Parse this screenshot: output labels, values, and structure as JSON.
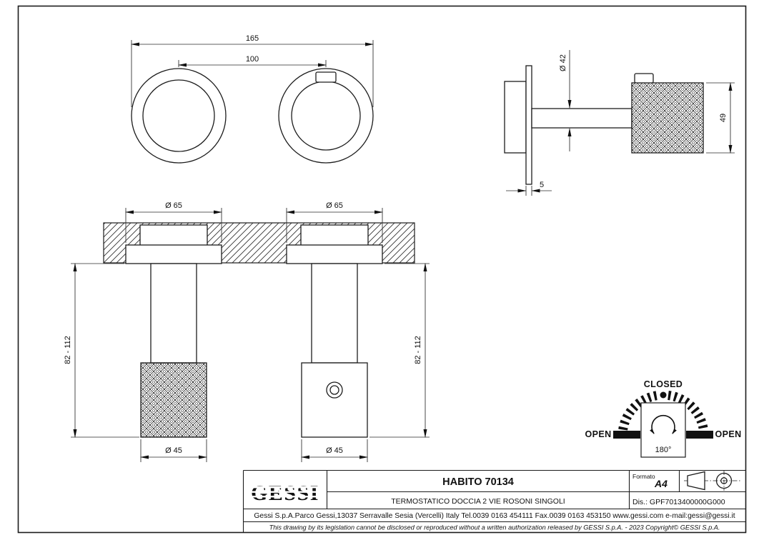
{
  "sheet": {
    "background": "#ffffff",
    "line_color": "#1c1c1c"
  },
  "front_view": {
    "dim_overall_width": "165",
    "dim_center_distance": "100"
  },
  "side_view": {
    "dim_stem_diameter": "Ø 42",
    "dim_knob_length": "49",
    "dim_plate_thickness": "5"
  },
  "section_views": {
    "left": {
      "dim_rosette_diameter": "Ø 65",
      "dim_installation_depth": "82 - 112",
      "dim_handle_diameter": "Ø 45"
    },
    "right": {
      "dim_rosette_diameter": "Ø 65",
      "dim_installation_depth": "82 - 112",
      "dim_handle_diameter": "Ø 45"
    }
  },
  "dial_diagram": {
    "closed_label": "CLOSED",
    "open_left_label": "OPEN",
    "open_right_label": "OPEN",
    "rotation_angle": "180°"
  },
  "title_block": {
    "logo_text": "GESSI",
    "product_title": "HABITO 70134",
    "product_subtitle": "TERMOSTATICO DOCCIA 2 VIE ROSONI SINGOLI",
    "format_label": "Formato",
    "format_value": "A4",
    "drawing_code": "Dis.: GPF7013400000G000",
    "company_info": "Gessi S.p.A.Parco Gessi,13037 Serravalle Sesia (Vercelli) Italy Tel.0039 0163 454111 Fax.0039 0163 453150 www.gessi.com e-mail:gessi@gessi.it",
    "disclaimer": "This drawing by its legislation cannot be disclosed or reproduced without a written authorization released by GESSI S.p.A. - 2023 Copyright© GESSI S.p.A."
  }
}
